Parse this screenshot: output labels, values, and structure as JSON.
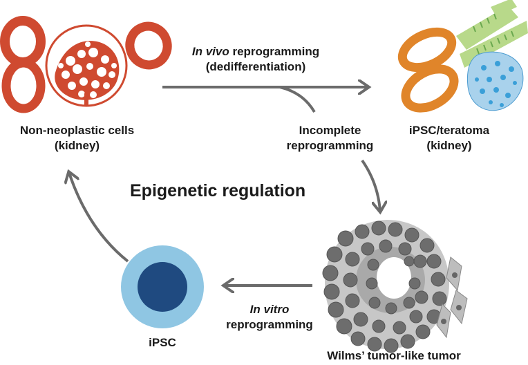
{
  "labels": {
    "kidney_cells": {
      "line1": "Non-neoplastic cells",
      "line2": "(kidney)"
    },
    "in_vivo": {
      "italic": "In vivo",
      "rest": " reprogramming",
      "line2": "(dedifferentiation)"
    },
    "incomplete": {
      "line1": "Incomplete",
      "line2": "reprogramming"
    },
    "ipsc_teratoma": {
      "line1": "iPSC/teratoma",
      "line2": "(kidney)"
    },
    "center_title": "Epigenetic regulation",
    "in_vitro": {
      "italic": "In vitro",
      "line2": "reprogramming"
    },
    "ipsc": "iPSC",
    "wilms": "Wilms’ tumor-like tumor"
  },
  "colors": {
    "kidney_red": "#cf4a30",
    "teratoma_orange": "#e0852a",
    "muscle_green": "#b8d98a",
    "epithelium_blue": "#a9d2ec",
    "ipsc_outer": "#8fc6e3",
    "ipsc_nucleus": "#1f4a80",
    "tumor_gray": "#6d6d6d",
    "arrow_gray": "#6b6b6b"
  }
}
